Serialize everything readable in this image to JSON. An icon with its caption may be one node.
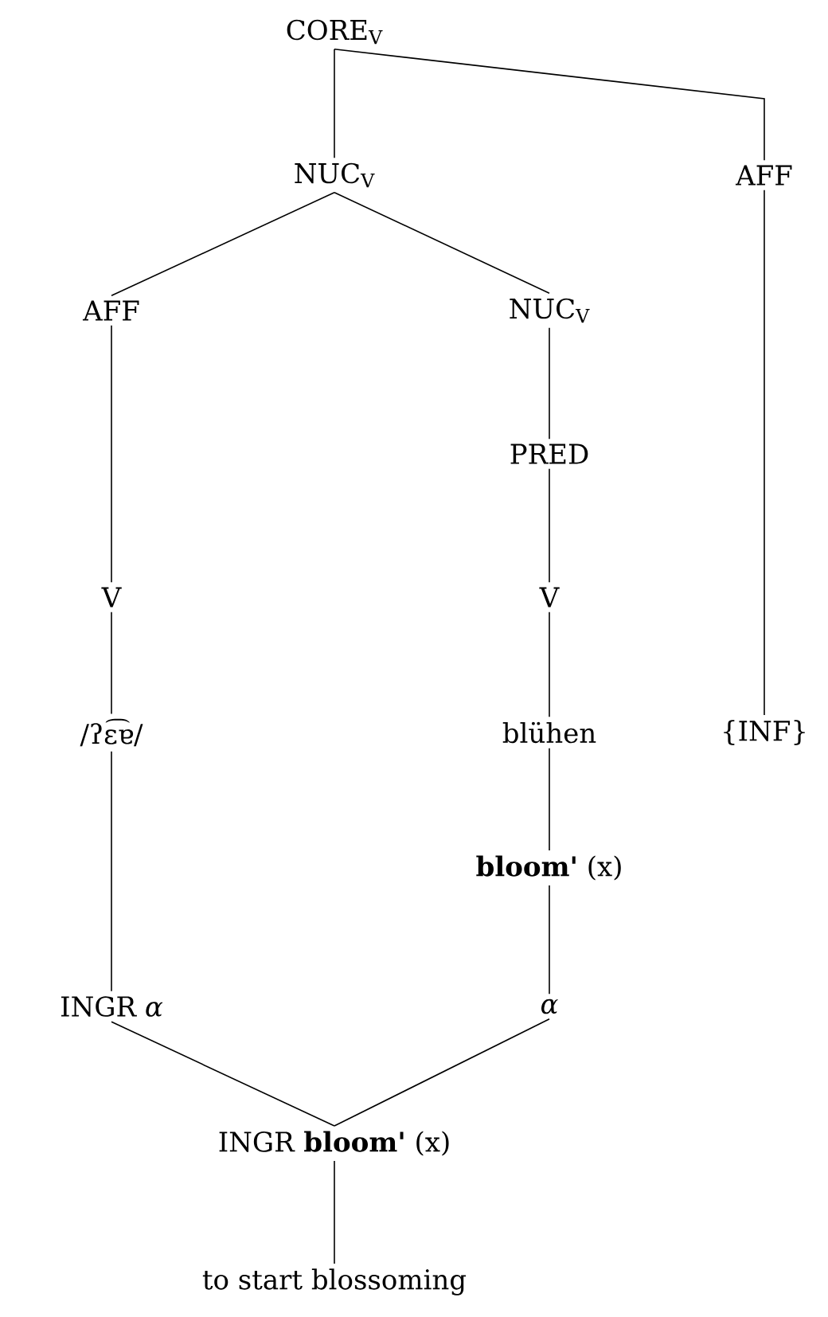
{
  "diagram": {
    "nodes": [
      {
        "text": [
          "CORE$_{V}$"
        ]
      },
      {
        "text": [
          "NUC$_{V}$"
        ]
      },
      {
        "text": [
          "AFF"
        ]
      },
      {
        "text": [
          "AFF"
        ]
      },
      {
        "text": [
          "NUC$_{V}$"
        ]
      },
      {
        "text": [
          "PRED"
        ]
      },
      {
        "text": [
          "V"
        ]
      },
      {
        "text": [
          "V"
        ]
      },
      {
        "text": [
          "/ʔɛ͡ɐ/"
        ]
      },
      {
        "text": [
          "blühen"
        ]
      },
      {
        "text": [
          "{INF}"
        ]
      },
      {
        "text": [
          "**bloom'** (x)"
        ]
      },
      {
        "text": [
          "INGR *α*"
        ]
      },
      {
        "text": [
          "*α*"
        ]
      },
      {
        "text": [
          "INGR **bloom'** (x)"
        ]
      },
      {
        "text": [
          "to start blossoming"
        ]
      }
    ],
    "edges": [
      {
        "from": 0,
        "to": 1,
        "arrow": "none"
      },
      {
        "from": 0,
        "to": 2,
        "arrow": "none"
      },
      {
        "from": 1,
        "to": 3,
        "arrow": "none"
      },
      {
        "from": 1,
        "to": 4,
        "arrow": "none"
      },
      {
        "from": 3,
        "to": 6,
        "arrow": "none"
      },
      {
        "from": 4,
        "to": 5,
        "arrow": "none"
      },
      {
        "from": 5,
        "to": 7,
        "arrow": "none"
      },
      {
        "from": 6,
        "to": 8,
        "arrow": "none"
      },
      {
        "from": 7,
        "to": 9,
        "arrow": "none"
      },
      {
        "from": 9,
        "to": 11,
        "arrow": "none"
      },
      {
        "from": 2,
        "to": 10,
        "arrow": "none"
      },
      {
        "from": 8,
        "to": 12,
        "arrow": "none"
      },
      {
        "from": 11,
        "to": 13,
        "arrow": "none"
      },
      {
        "from": 12,
        "to": 14,
        "arrow": "none"
      },
      {
        "from": 13,
        "to": 14,
        "arrow": "none"
      },
      {
        "from": 14,
        "to": 15,
        "arrow": "none"
      }
    ]
  }
}
